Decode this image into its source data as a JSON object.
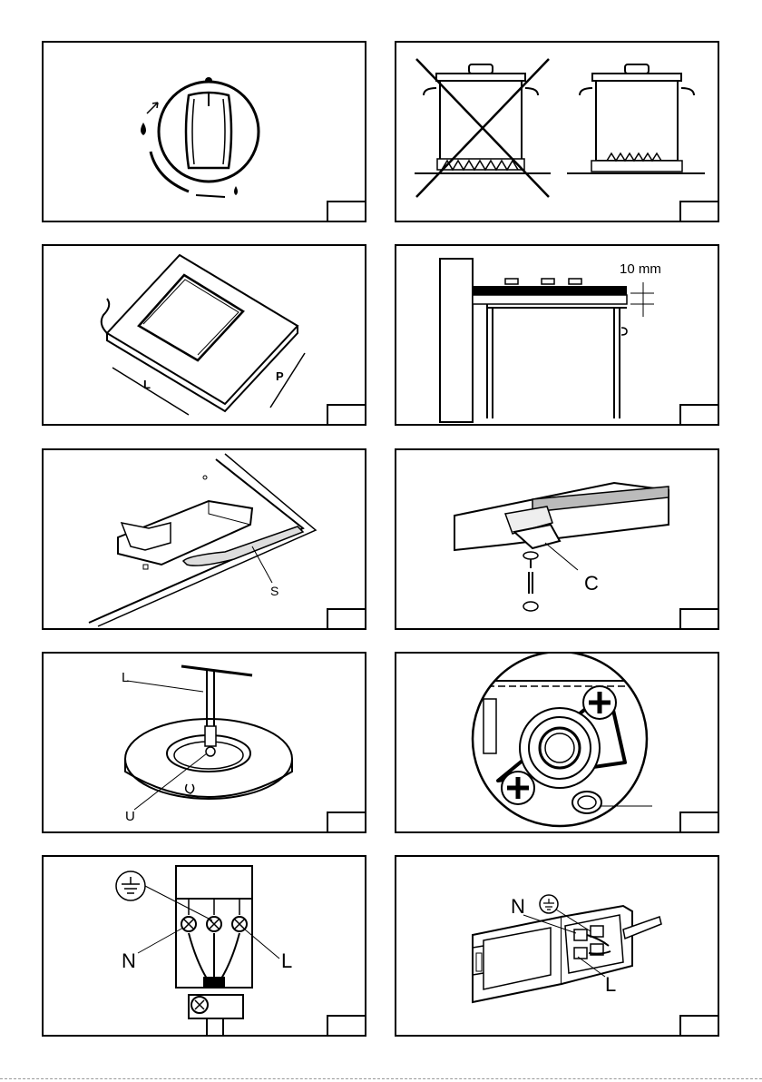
{
  "figures": [
    {
      "id": 1,
      "kind": "burner-knob"
    },
    {
      "id": 2,
      "kind": "pan-placement"
    },
    {
      "id": 3,
      "kind": "cutout-dimensions",
      "labels": {
        "length": "L",
        "depth": "P"
      }
    },
    {
      "id": 4,
      "kind": "hob-clearance",
      "labels": {
        "gap": "10 mm"
      }
    },
    {
      "id": 5,
      "kind": "seal-strip",
      "labels": {
        "seal": "S"
      }
    },
    {
      "id": 6,
      "kind": "fixing-bracket",
      "labels": {
        "bracket": "C"
      }
    },
    {
      "id": 7,
      "kind": "injector-replacement",
      "labels": {
        "key": "L",
        "injector": "U"
      }
    },
    {
      "id": 8,
      "kind": "tap-screw-detail"
    },
    {
      "id": 9,
      "kind": "terminal-block",
      "labels": {
        "neutral": "N",
        "live": "L"
      }
    },
    {
      "id": 10,
      "kind": "terminal-box",
      "labels": {
        "neutral": "N",
        "live": "L"
      }
    }
  ]
}
